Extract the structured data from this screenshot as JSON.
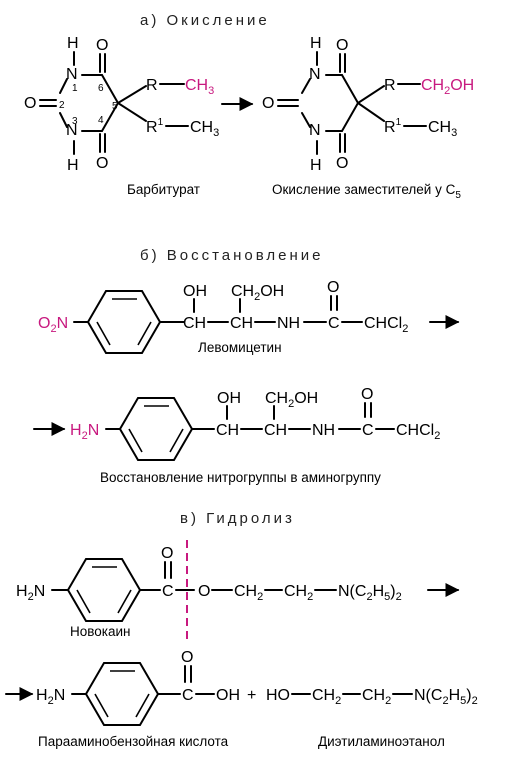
{
  "sections": {
    "oxidation": {
      "title": "а) Окисление"
    },
    "reduction": {
      "title": "б) Восстановление"
    },
    "hydrolysis": {
      "title": "в) Гидролиз"
    }
  },
  "atoms": {
    "H": "H",
    "N": "N",
    "O": "O",
    "R": "R",
    "R1": "R",
    "sup1": "1",
    "CH3": "CH",
    "three": "3",
    "CH2OH_c": "CH",
    "two": "2",
    "OH_tail": "OH",
    "O2N": "O",
    "O2N_n": "N",
    "H2N": "H",
    "H2N_n": "N",
    "OH": "OH",
    "CH": "CH",
    "NH": "NH",
    "C": "C",
    "CHCl": "CHCl",
    "HO": "HO",
    "NC2H5": "N(C",
    "five": "5",
    "close": ")",
    "plus": "+"
  },
  "ring_numbers": {
    "n1": "1",
    "n2": "2",
    "n3": "3",
    "n4": "4",
    "n5": "5",
    "n6": "6"
  },
  "captions": {
    "barbiturate": "Барбитурат",
    "substituent_oxidation": "Окисление заместителей у С",
    "substituent_sub": "5",
    "levomycetin": "Левомицетин",
    "nitro_reduction": "Восстановление нитрогруппы в аминогруппу",
    "novocaine": "Новокаин",
    "paba": "Парааминобензойная кислота",
    "diethylaminoethanol": "Диэтиламиноэтанол"
  },
  "colors": {
    "highlight": "#c8197f",
    "text": "#000000"
  }
}
